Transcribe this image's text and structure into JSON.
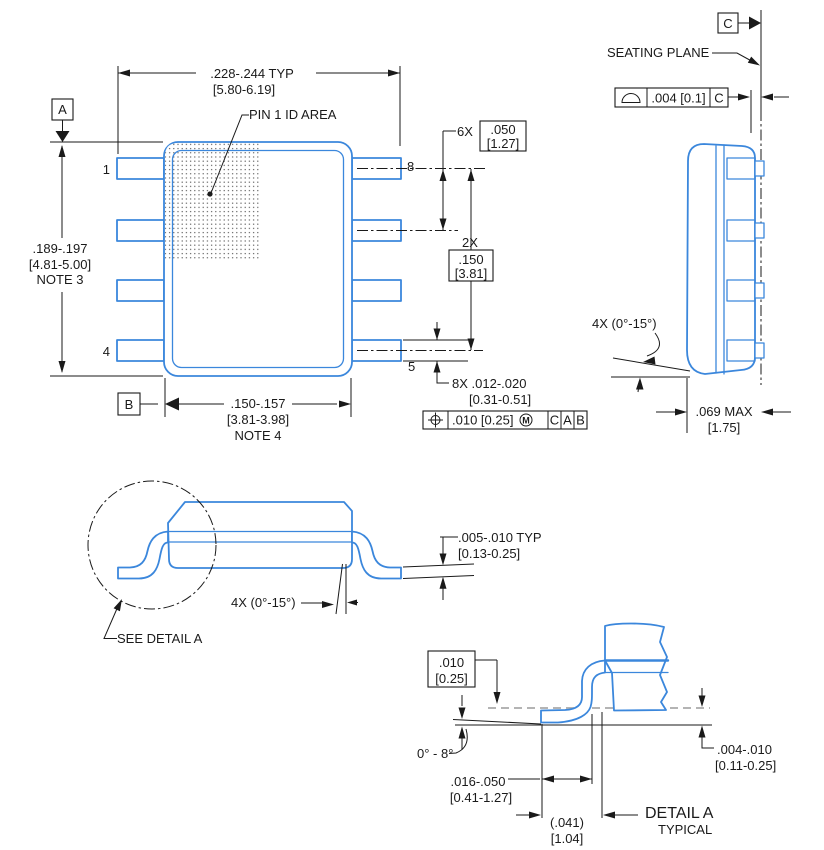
{
  "colors": {
    "package": "#3b87dc",
    "line": "#1a1a1a",
    "datum_dash": "#aaaaaa"
  },
  "top_view": {
    "overall_width": ".228-.244  TYP",
    "overall_width_mm": "[5.80-6.19]",
    "pin1_id_label": "PIN 1 ID AREA",
    "datum_a": "A",
    "datum_b": "B",
    "pin_1": "1",
    "pin_4": "4",
    "pin_8": "8",
    "pin_5": "5",
    "body_length": ".189-.197",
    "body_length_mm": "[4.81-5.00]",
    "body_length_note": "NOTE 3",
    "pitch_qty": "6X",
    "pitch": ".050",
    "pitch_mm": "[1.27]",
    "span_qty": "2X",
    "span": ".150",
    "span_mm": "[3.81]",
    "lead_width": "8X .012-.020",
    "lead_width_mm": "[0.31-0.51]",
    "fcf": {
      "tolerance": ".010 [0.25]",
      "modifier": "M",
      "datum_1": "C",
      "datum_2": "A",
      "datum_3": "B"
    },
    "body_width": ".150-.157",
    "body_width_mm": "[3.81-3.98]",
    "body_width_note": "NOTE 4"
  },
  "side_view": {
    "datum_c": "C",
    "seating_plane": "SEATING PLANE",
    "profile_tolerance": ".004 [0.1]",
    "profile_datum": "C",
    "lead_angle": "4X (0°-15°)",
    "max_height": ".069 MAX",
    "max_height_mm": "[1.75]"
  },
  "front_view": {
    "see_detail": "SEE DETAIL A",
    "lead_angle": "4X (0°-15°)",
    "foot_thickness": ".005-.010  TYP",
    "foot_thickness_mm": "[0.13-0.25]"
  },
  "detail_a": {
    "standoff_basic": ".010",
    "standoff_basic_mm": "[0.25]",
    "foot_angle": "0° - 8°",
    "foot_length": ".016-.050",
    "foot_length_mm": "[0.41-1.27]",
    "lead_ref": "(.041)",
    "lead_ref_mm": "[1.04]",
    "standoff": ".004-.010",
    "standoff_mm": "[0.11-0.25]",
    "title": "DETAIL A",
    "subtitle": "TYPICAL"
  }
}
